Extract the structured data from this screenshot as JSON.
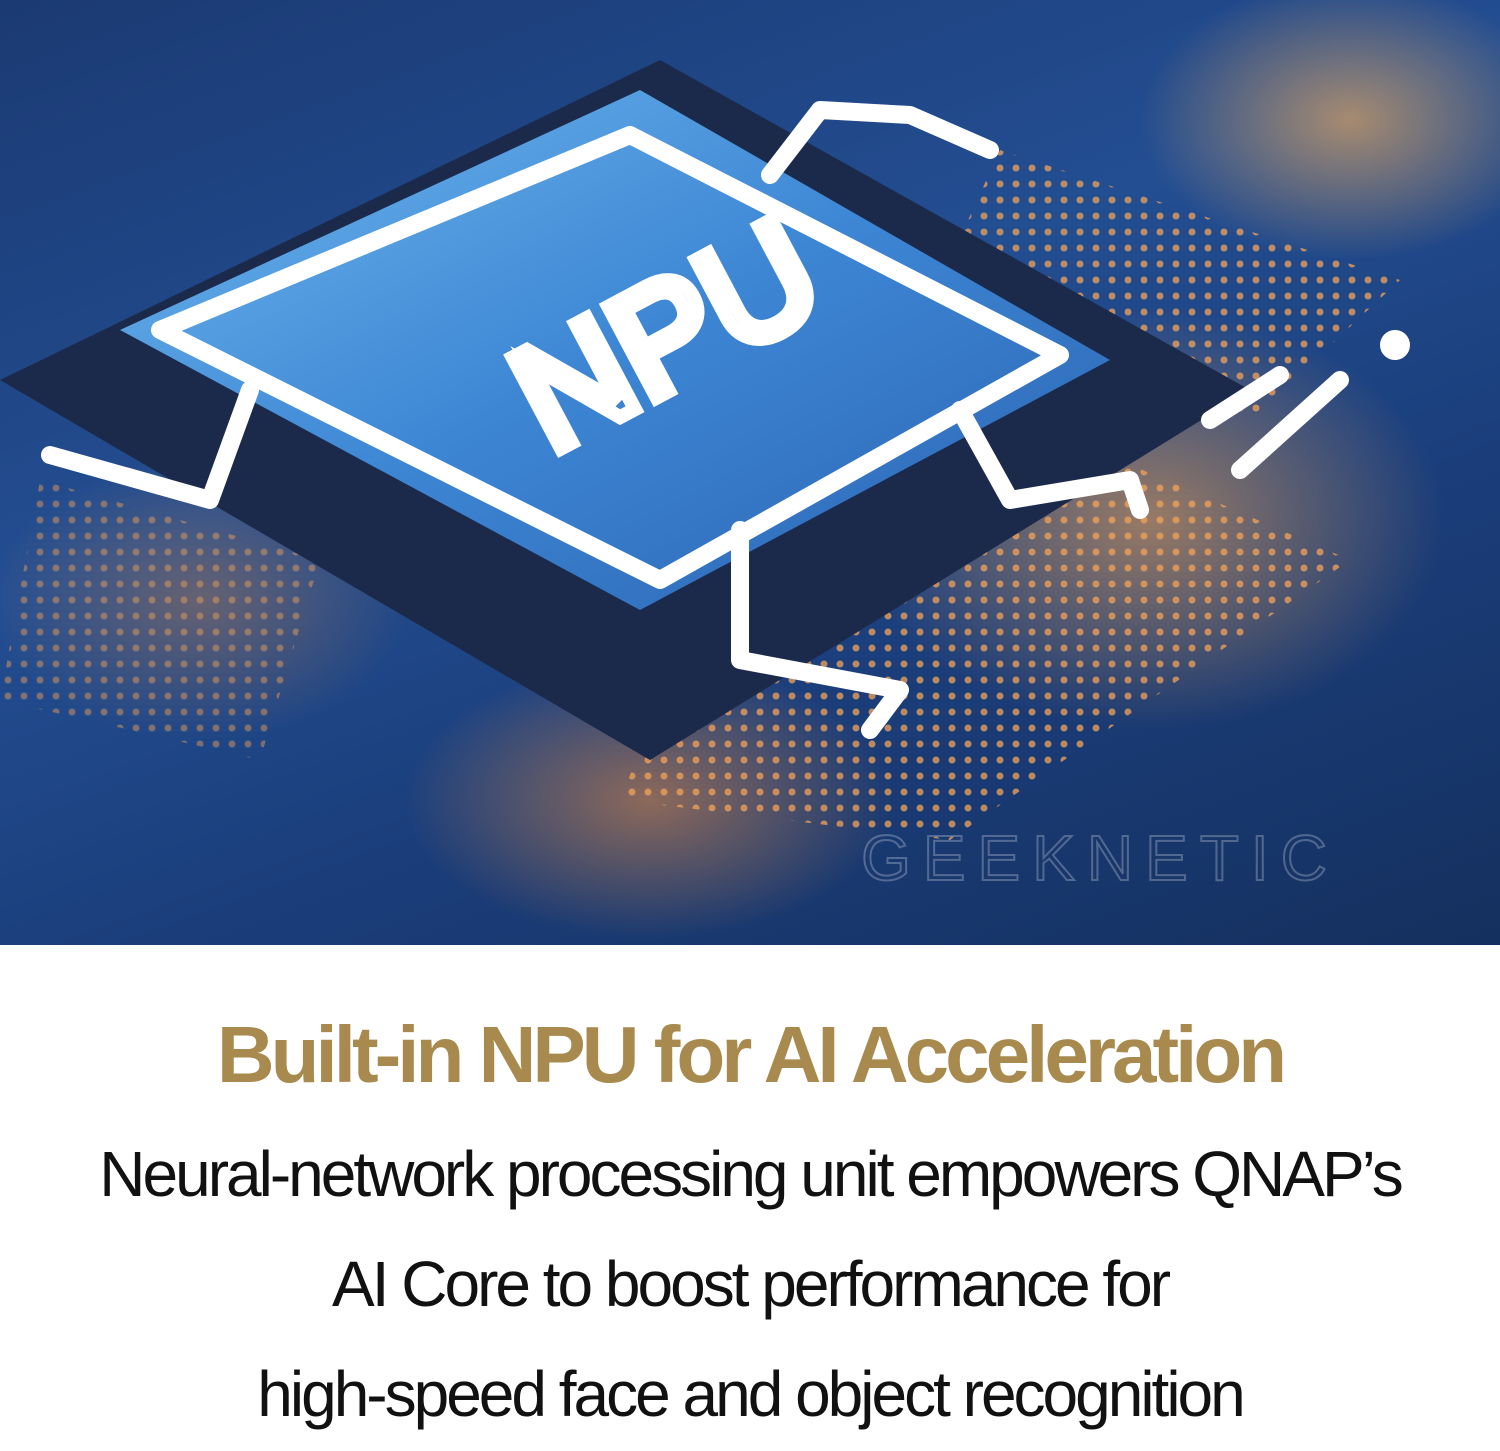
{
  "hero": {
    "chip_label": "NPU",
    "watermark": "GEEKNETIC",
    "colors": {
      "chip": "#3a7fd0",
      "board": "#1f4788",
      "glow": "#ffa24a"
    }
  },
  "caption": {
    "title": "Built-in NPU for AI Acceleration",
    "title_color": "#a88a4e",
    "lines": [
      "Neural-network processing unit empowers QNAP’s",
      "AI Core to boost performance for",
      "high-speed face and object recognition"
    ]
  }
}
